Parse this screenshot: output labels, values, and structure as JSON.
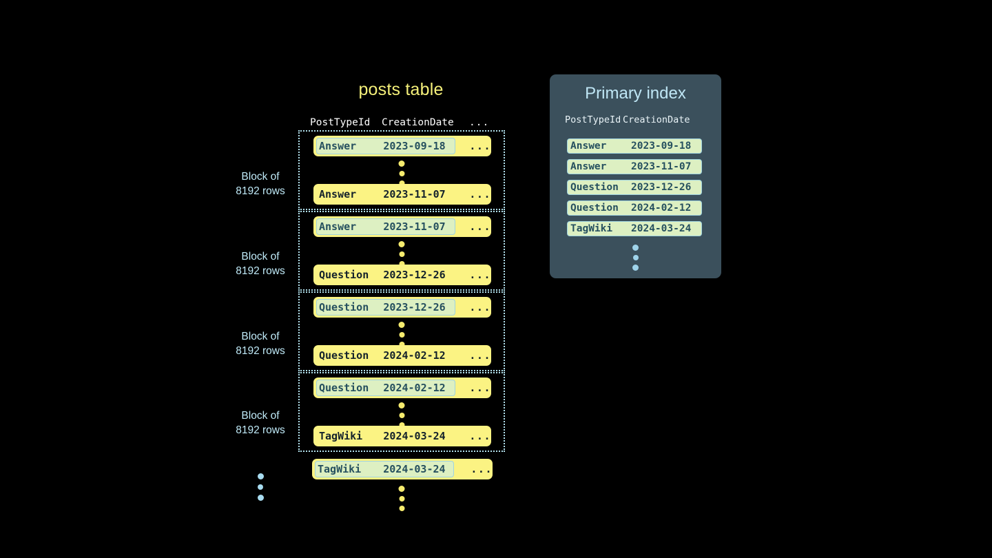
{
  "posts_table": {
    "title": "posts table",
    "columns": [
      "PostTypeId",
      "CreationDate",
      "..."
    ],
    "ellipsis": "...",
    "blocks": [
      {
        "label_line1": "Block of",
        "label_line2": "8192 rows",
        "first_row": {
          "post_type_id": "Answer",
          "creation_date": "2023-09-18",
          "more": "...",
          "highlighted": true
        },
        "last_row": {
          "post_type_id": "Answer",
          "creation_date": "2023-11-07",
          "more": "...",
          "highlighted": false
        }
      },
      {
        "label_line1": "Block of",
        "label_line2": "8192 rows",
        "first_row": {
          "post_type_id": "Answer",
          "creation_date": "2023-11-07",
          "more": "...",
          "highlighted": true
        },
        "last_row": {
          "post_type_id": "Question",
          "creation_date": "2023-12-26",
          "more": "...",
          "highlighted": false
        }
      },
      {
        "label_line1": "Block of",
        "label_line2": "8192 rows",
        "first_row": {
          "post_type_id": "Question",
          "creation_date": "2023-12-26",
          "more": "...",
          "highlighted": true
        },
        "last_row": {
          "post_type_id": "Question",
          "creation_date": "2024-02-12",
          "more": "...",
          "highlighted": false
        }
      },
      {
        "label_line1": "Block of",
        "label_line2": "8192 rows",
        "first_row": {
          "post_type_id": "Question",
          "creation_date": "2024-02-12",
          "more": "...",
          "highlighted": true
        },
        "last_row": {
          "post_type_id": "TagWiki",
          "creation_date": "2024-03-24",
          "more": "...",
          "highlighted": false
        }
      }
    ],
    "tail_row": {
      "post_type_id": "TagWiki",
      "creation_date": "2024-03-24",
      "more": "...",
      "highlighted": true
    }
  },
  "primary_index": {
    "title": "Primary index",
    "columns": [
      "PostTypeId",
      "CreationDate"
    ],
    "rows": [
      {
        "post_type_id": "Answer",
        "creation_date": "2023-09-18"
      },
      {
        "post_type_id": "Answer",
        "creation_date": "2023-11-07"
      },
      {
        "post_type_id": "Question",
        "creation_date": "2023-12-26"
      },
      {
        "post_type_id": "Question",
        "creation_date": "2024-02-12"
      },
      {
        "post_type_id": "TagWiki",
        "creation_date": "2024-03-24"
      }
    ]
  },
  "colors": {
    "background": "#000000",
    "row_yellow": "#fbf383",
    "highlight_green": "#ddf0c2",
    "highlight_border": "#9fd3e0",
    "block_border": "#b4e3ef",
    "label_blue": "#bfe9f7",
    "title_yellow": "#f5f07a",
    "index_panel": "#3b505c",
    "index_title": "#bfe6f5",
    "dot_yellow": "#f5eb6e",
    "dot_blue": "#a8dcf0"
  }
}
